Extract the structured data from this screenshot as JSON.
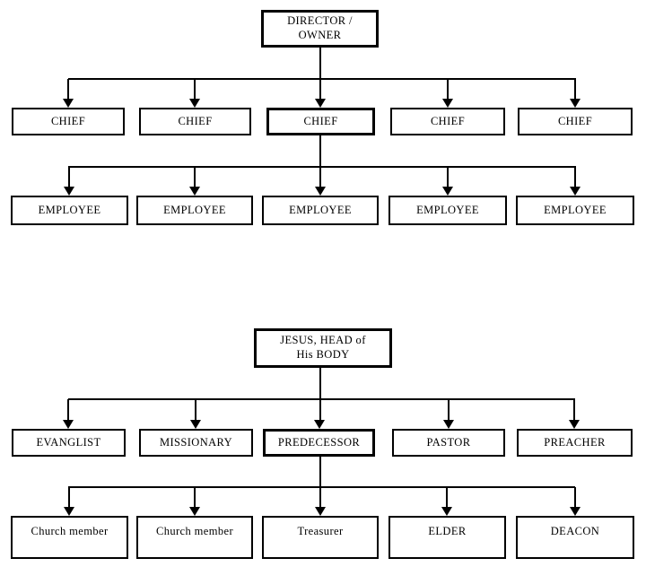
{
  "page": {
    "background_color": "#ffffff",
    "line_color": "#000000"
  },
  "business_chart": {
    "root": "DIRECTOR /\nOWNER",
    "level2": [
      "CHIEF",
      "CHIEF",
      "CHIEF",
      "CHIEF",
      "CHIEF"
    ],
    "level3": [
      "EMPLOYEE",
      "EMPLOYEE",
      "EMPLOYEE",
      "EMPLOYEE",
      "EMPLOYEE"
    ]
  },
  "church_chart": {
    "root": "JESUS, HEAD of\nHis BODY",
    "level2": [
      "EVANGLIST",
      "MISSIONARY",
      "PREDECESSOR",
      "PASTOR",
      "PREACHER"
    ],
    "level3": [
      "Church member",
      "Church member",
      "Treasurer",
      "ELDER",
      "DEACON"
    ]
  }
}
